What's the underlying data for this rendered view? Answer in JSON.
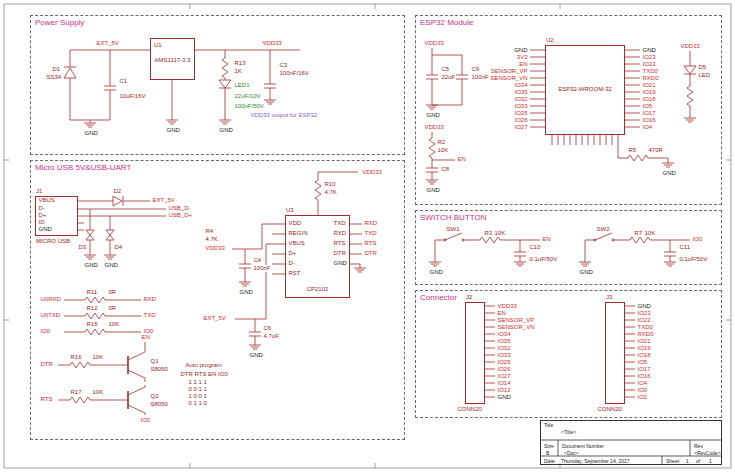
{
  "diagram": {
    "nodes": [
      {
        "text": [
          "Power Supply"
        ]
      },
      {
        "text": [
          "U1",
          "AMS1117-3.3"
        ],
        "in": 0
      },
      {
        "text": [
          "Micro USB 5V&USB-UART"
        ]
      },
      {
        "text": [
          "J1",
          "MICRO USB"
        ],
        "in": 2
      },
      {
        "text": [
          "U3",
          "CP2102"
        ],
        "in": 2
      },
      {
        "text": [
          "ESP32 Module"
        ]
      },
      {
        "text": [
          "U2",
          "ESP32-WROOM-32"
        ],
        "in": 5
      },
      {
        "text": [
          "SWITCH BUTTON"
        ]
      },
      {
        "text": [
          "Connector"
        ]
      },
      {
        "text": [
          "J2"
        ],
        "in": 8
      },
      {
        "text": [
          "J3"
        ],
        "in": 8
      },
      {
        "text": [
          "Title",
          "<Title>",
          "Size",
          "B",
          "Document Number",
          "<Doc>",
          "Rev",
          "<RevCode>",
          "Date:",
          "Thursday, September 14, 2017",
          "Sheet",
          "1",
          "of",
          "1"
        ]
      }
    ],
    "labels": [
      "EXT_5V",
      "D1",
      "SS34",
      "C1",
      "10uF/16V",
      "GND",
      "GND",
      "R13",
      "1K",
      "LED1",
      "22uF/10V",
      "100nF/50V",
      "GND",
      "VDD33",
      "C3",
      "100nF/16V",
      "VDD33 output for ESP32",
      "VBUS",
      "D-",
      "D+",
      "ID",
      "GND",
      "D2",
      "EXT_5V",
      "USB_D-",
      "USB_D+",
      "D3",
      "D4",
      "GND",
      "GND",
      "VDD33",
      "R4",
      "4.7K",
      "C4",
      "100nF",
      "GND",
      "EXT_5V",
      "C6",
      "4.7uF",
      "GND",
      "VDD",
      "REGIN",
      "VBUS",
      "D+",
      "D-",
      "RST",
      "TXD",
      "RXD",
      "RTS",
      "DTR",
      "GND",
      "RXD",
      "TXD",
      "RTS",
      "DTR",
      "R10",
      "4.7K",
      "VDD33",
      "U0RXD",
      "R11",
      "0R",
      "RXD",
      "U0TXD",
      "R12",
      "0R",
      "TXD",
      "IO0",
      "R15",
      "10K",
      "IO0",
      "DTR",
      "R16",
      "10K",
      "Q1",
      "S8050",
      "EN",
      "RTS",
      "R17",
      "10K",
      "Q2",
      "S8050",
      "IO0",
      "Auto program",
      "DTR RTS EN IO0",
      "1 1 1 1",
      "0 0 1 1",
      "1 0 0 1",
      "0 1 1 0",
      "VDD33",
      "C5",
      "22uF",
      "C9",
      "100nF",
      "GND",
      "VDD33",
      "R2",
      "10K",
      "EN",
      "C8",
      "GND",
      "GND",
      "3V3",
      "EN",
      "SENSOR_VP",
      "SENSOR_VN",
      "IO34",
      "IO35",
      "IO32",
      "IO33",
      "IO25",
      "IO26",
      "IO27",
      "GND",
      "IO23",
      "IO22",
      "TXD0",
      "RXD0",
      "IO21",
      "IO19",
      "IO18",
      "IO5",
      "IO17",
      "IO16",
      "IO4",
      "R5",
      "470R",
      "GND",
      "VDD33",
      "D5",
      "LED",
      "SW1",
      "R3",
      "10K",
      "EN",
      "C10",
      "0.1uF/50V",
      "GND",
      "SW2",
      "R7",
      "10K",
      "IO0",
      "C11",
      "0.1uF/50V",
      "GND",
      "VDD33",
      "EN",
      "SENSOR_VP",
      "SENSOR_VN",
      "IO34",
      "IO35",
      "IO32",
      "IO33",
      "IO25",
      "IO26",
      "IO27",
      "IO14",
      "IO12",
      "GND",
      "CONN20",
      "GND",
      "IO23",
      "IO22",
      "TXD0",
      "RXD0",
      "IO21",
      "IO19",
      "IO18",
      "IO5",
      "IO17",
      "IO16",
      "IO4",
      "IO0",
      "IO2",
      "CONN20"
    ]
  }
}
